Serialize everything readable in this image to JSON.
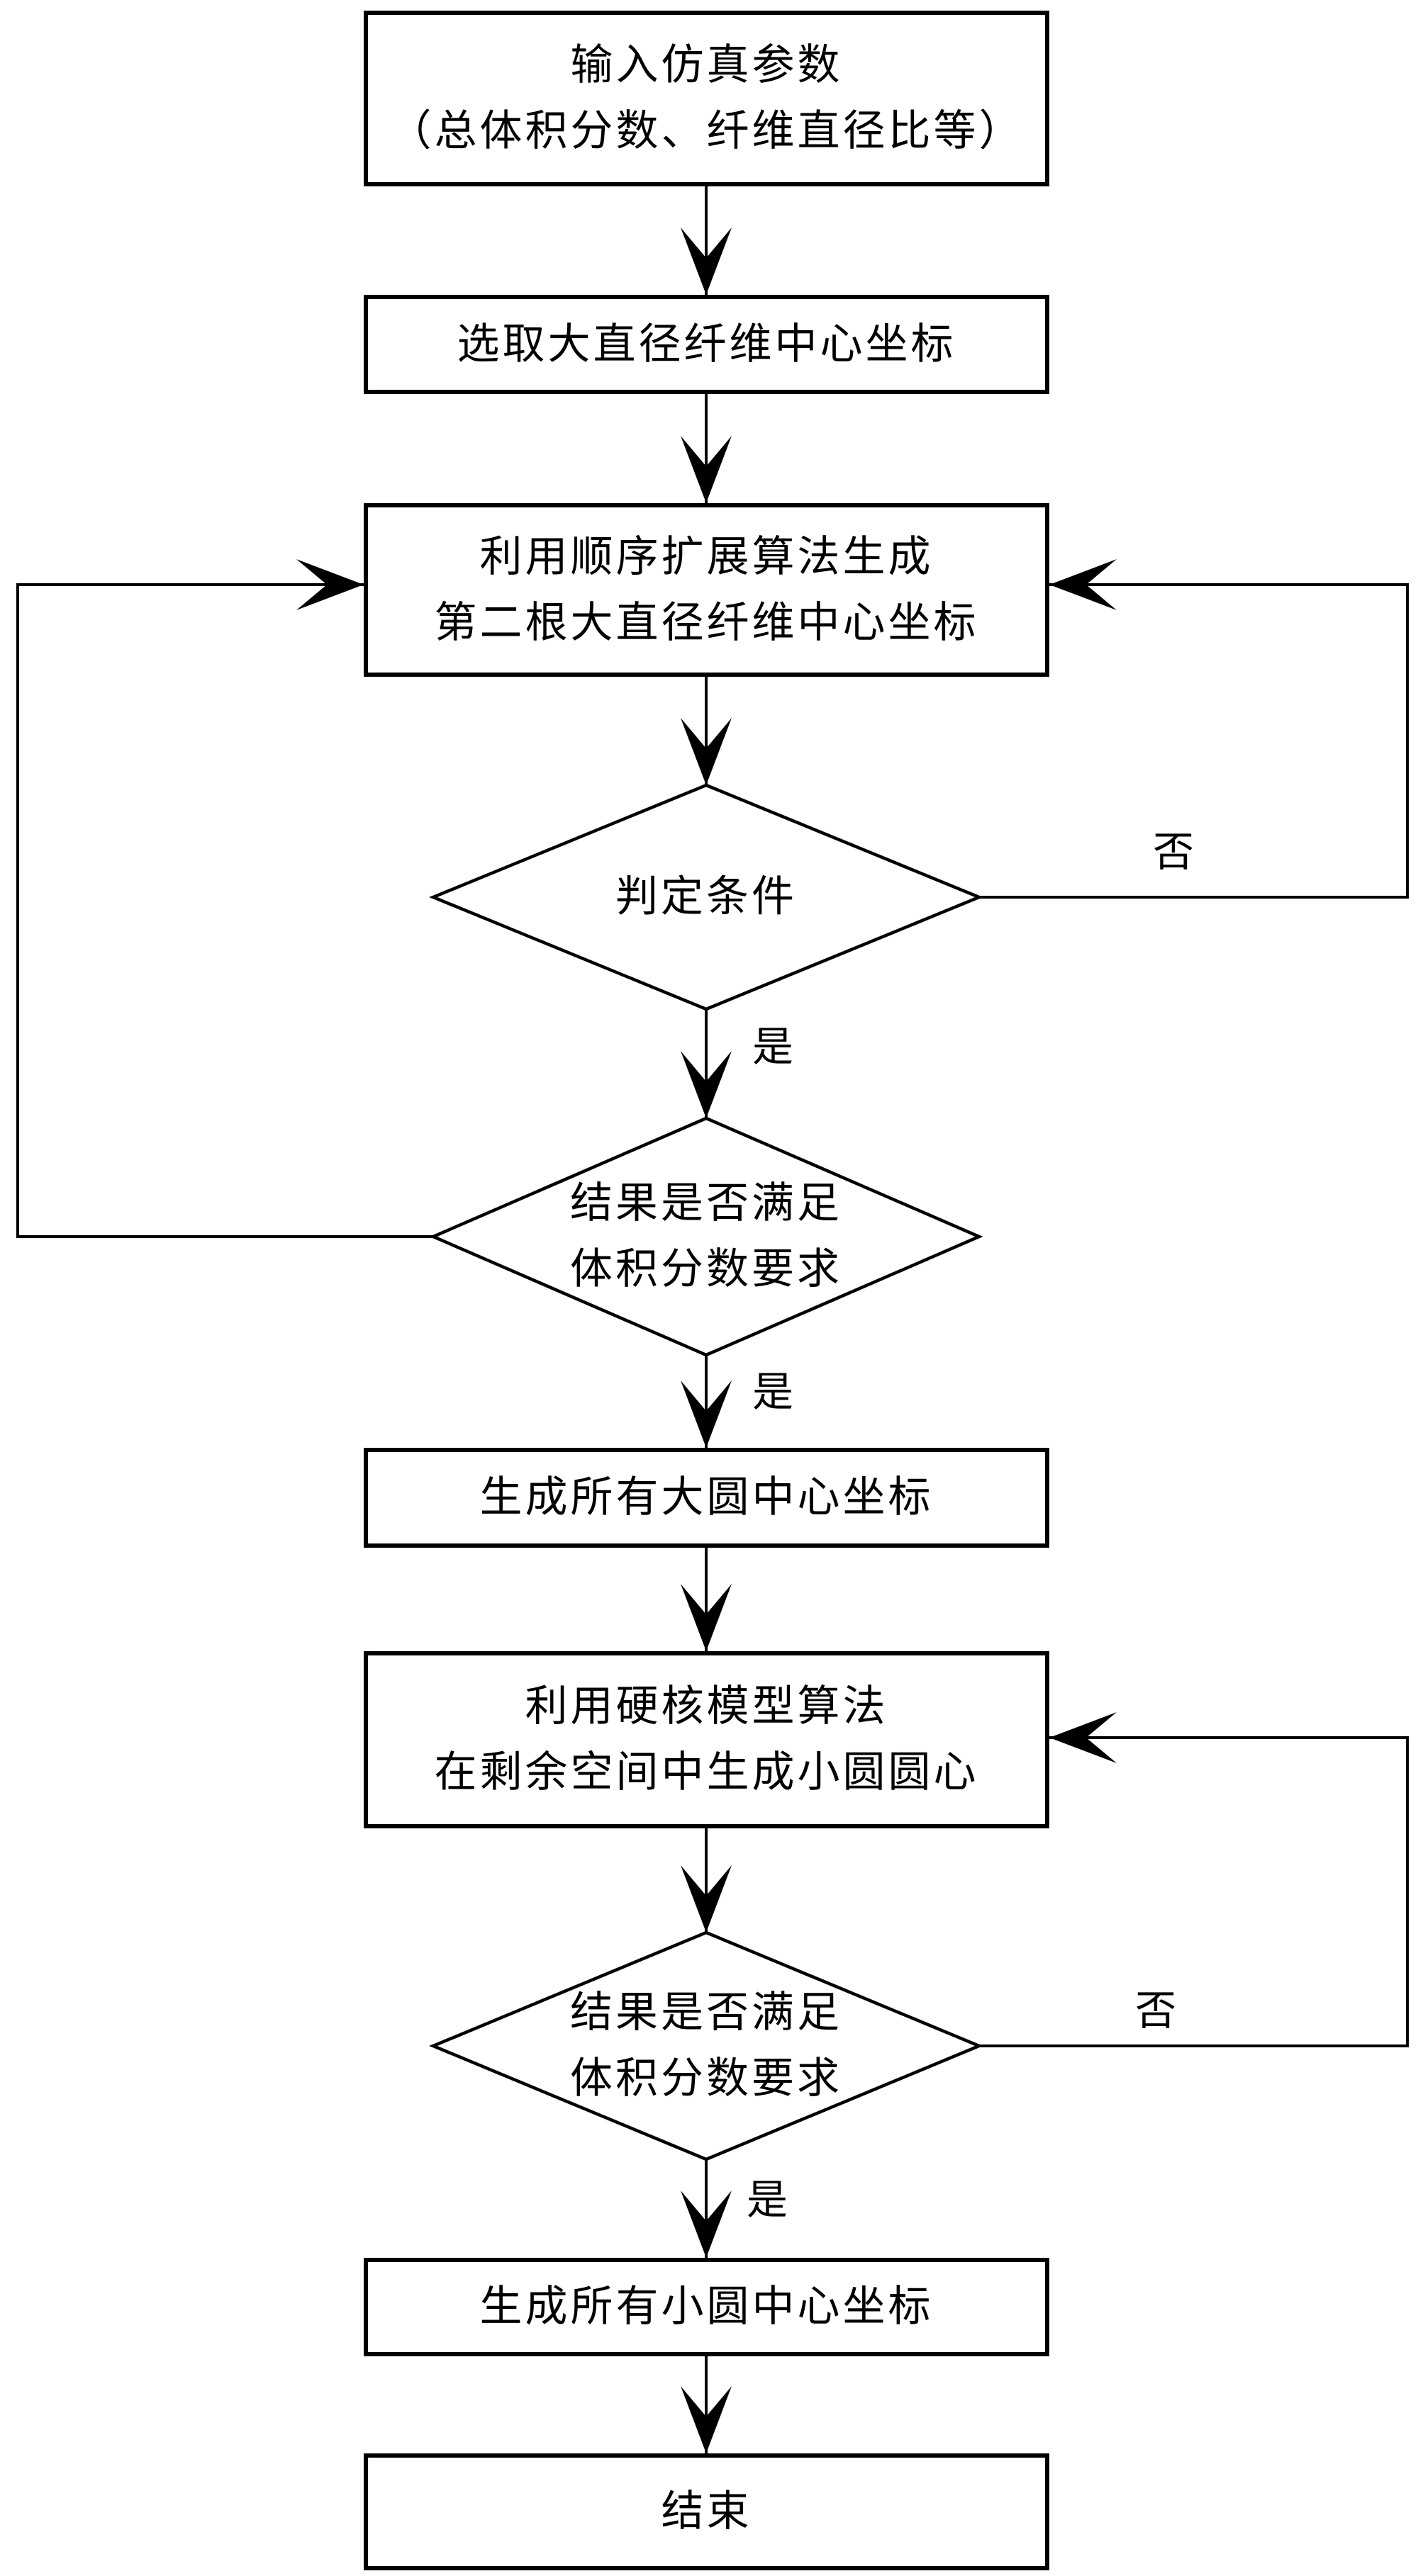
{
  "colors": {
    "stroke": "#000000",
    "background": "#ffffff"
  },
  "nodes": {
    "box1": {
      "line1": "输入仿真参数",
      "line2": "（总体积分数、纤维直径比等）"
    },
    "box2": {
      "line1": "选取大直径纤维中心坐标"
    },
    "box3": {
      "line1": "利用顺序扩展算法生成",
      "line2": "第二根大直径纤维中心坐标"
    },
    "diamond1": {
      "line1": "判定条件"
    },
    "diamond2": {
      "line1": "结果是否满足",
      "line2": "体积分数要求"
    },
    "box4": {
      "line1": "生成所有大圆中心坐标"
    },
    "box5": {
      "line1": "利用硬核模型算法",
      "line2": "在剩余空间中生成小圆圆心"
    },
    "diamond3": {
      "line1": "结果是否满足",
      "line2": "体积分数要求"
    },
    "box6": {
      "line1": "生成所有小圆中心坐标"
    },
    "box7": {
      "line1": "结束"
    }
  },
  "edge_labels": {
    "no1": "否",
    "yes1": "是",
    "yes2": "是",
    "no2": "否",
    "yes3": "是"
  }
}
